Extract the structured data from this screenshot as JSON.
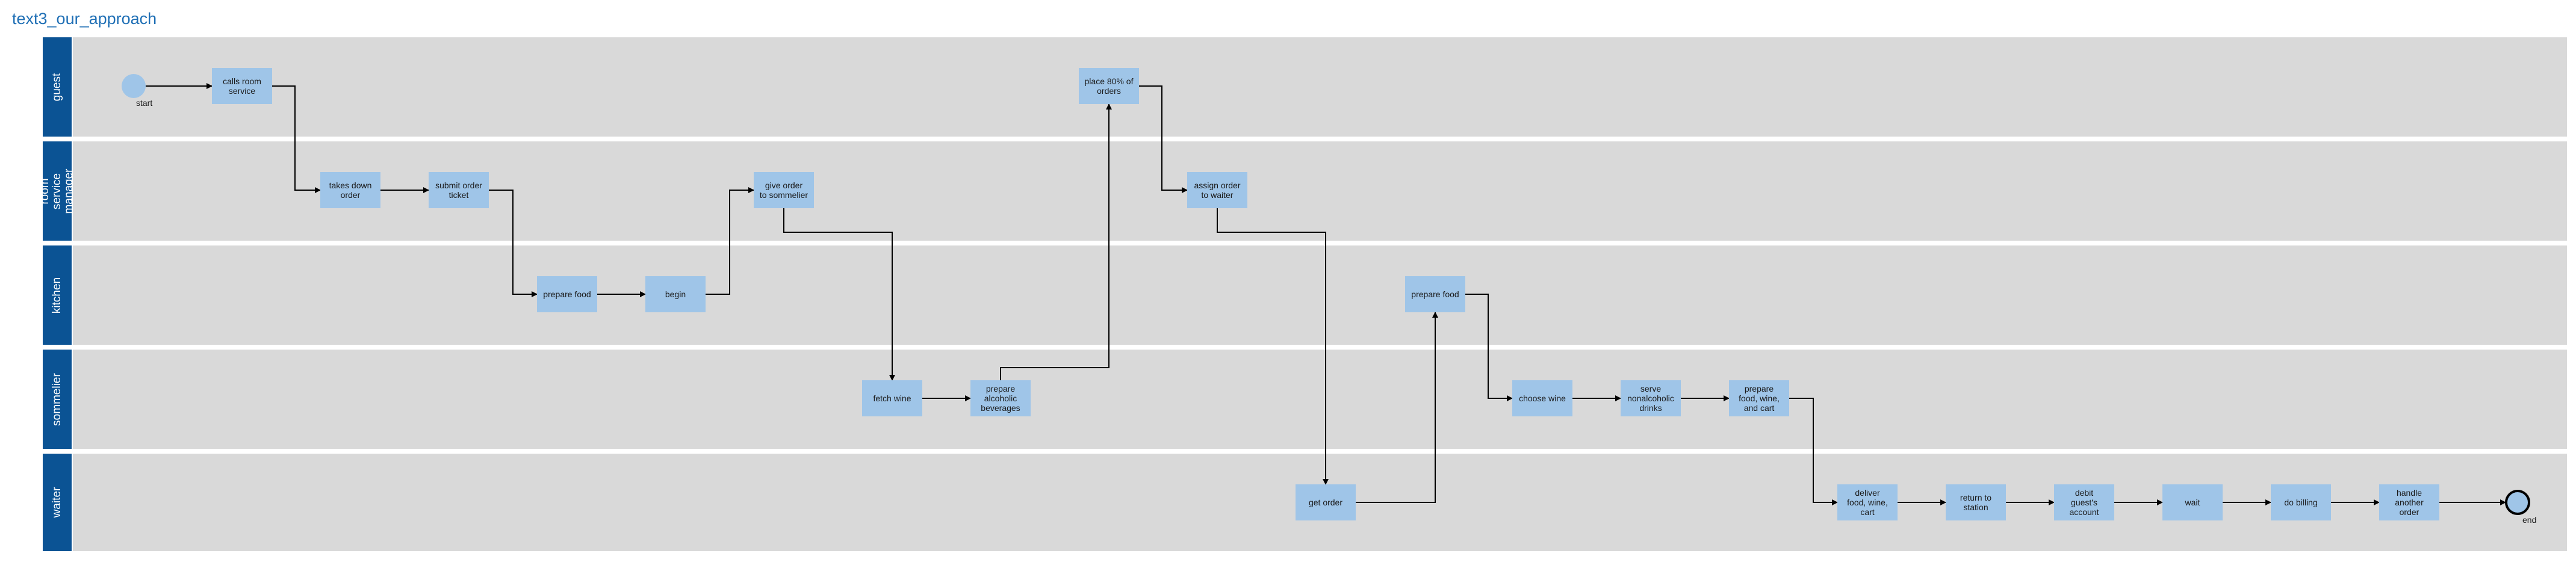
{
  "title": "text3_our_approach",
  "lanes": {
    "guest": "guest",
    "room_service_manager": "room service\nmanager",
    "kitchen": "kitchen",
    "sommelier": "sommelier",
    "waiter": "waiter"
  },
  "events": {
    "start": "start",
    "end": "end"
  },
  "tasks": {
    "calls_room_service": "calls room\nservice",
    "place_orders": "place 80% of\norders",
    "takes_down_order": "takes down\norder",
    "submit_order_ticket": "submit order\nticket",
    "give_order_to_sommelier": "give order\nto sommelier",
    "assign_order_to_waiter": "assign order\nto waiter",
    "prepare_food_1": "prepare food",
    "begin": "begin",
    "prepare_food_2": "prepare food",
    "fetch_wine": "fetch wine",
    "prepare_alcoholic_beverages": "prepare\nalcoholic\nbeverages",
    "choose_wine": "choose wine",
    "serve_nonalcoholic_drinks": "serve\nnonalcoholic\ndrinks",
    "prepare_food_wine_cart": "prepare\nfood, wine,\nand cart",
    "get_order": "get order",
    "deliver_food_wine_cart": "deliver\nfood, wine,\ncart",
    "return_to_station": "return to\nstation",
    "debit_guests_account": "debit\nguest's\naccount",
    "wait": "wait",
    "do_billing": "do billing",
    "handle_another_order": "handle\nanother\norder"
  },
  "colors": {
    "lane_background": "#d9d9d9",
    "lane_header": "#0b5394",
    "task_fill": "#9fc5e8",
    "start_event": "#9fc5e8",
    "title": "#1f6fb5",
    "flow_line": "#000000"
  }
}
